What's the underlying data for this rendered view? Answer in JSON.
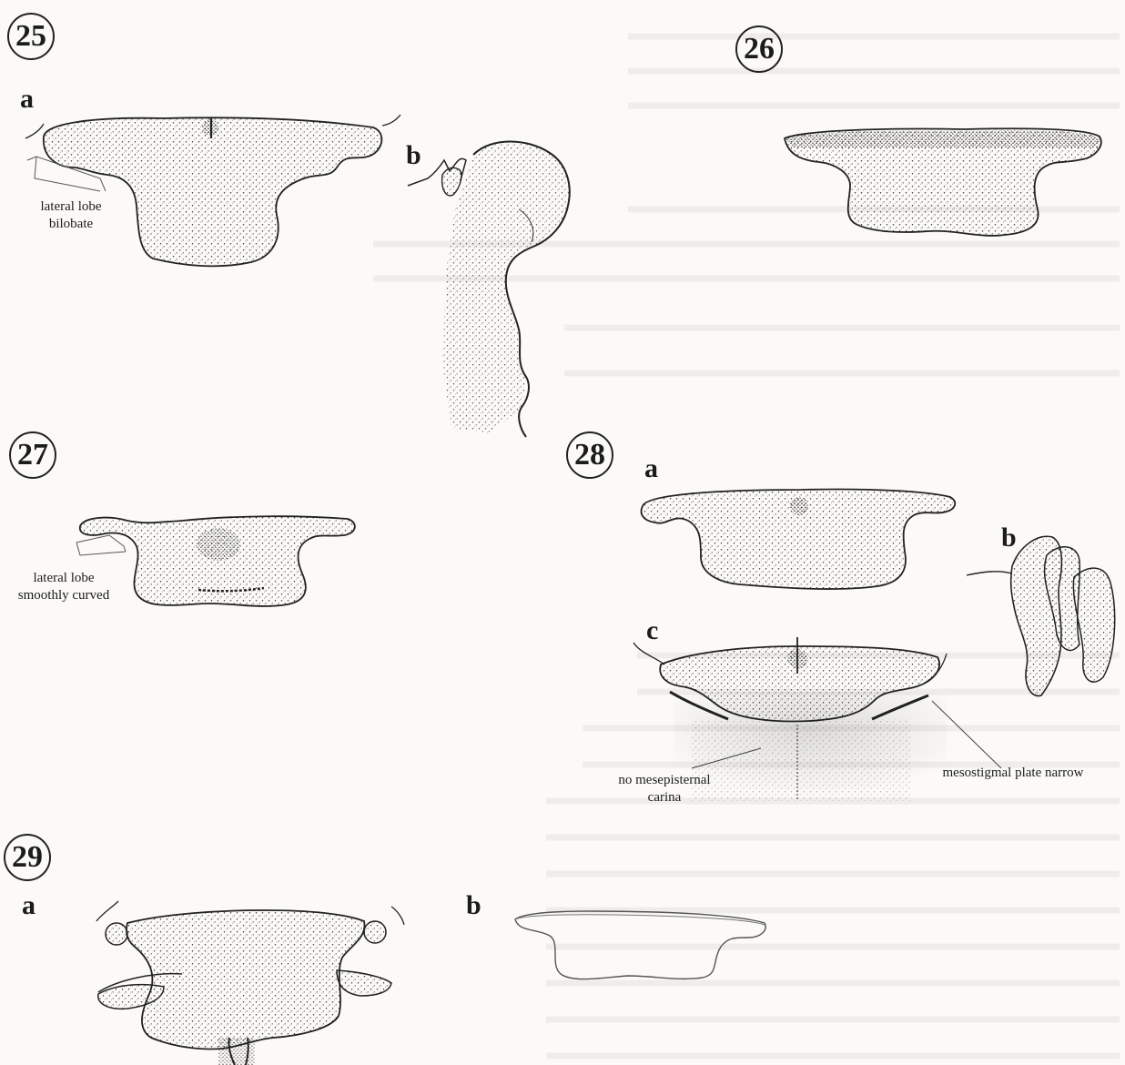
{
  "figures": {
    "fig25": {
      "number": "25",
      "panel_a": "a",
      "panel_b": "b",
      "annotation": "lateral lobe bilobate"
    },
    "fig26": {
      "number": "26"
    },
    "fig27": {
      "number": "27",
      "annotation": "lateral lobe smoothly curved"
    },
    "fig28": {
      "number": "28",
      "panel_a": "a",
      "panel_b": "b",
      "panel_c": "c",
      "annotation_carina": "no mesepisternal carina",
      "annotation_plate": "mesostigmal plate narrow"
    },
    "fig29": {
      "number": "29",
      "panel_a": "a",
      "panel_b": "b"
    }
  },
  "ink_color": "#222222",
  "stipple_color": "#3a3a3a",
  "paper_color": "#fbfaf7"
}
